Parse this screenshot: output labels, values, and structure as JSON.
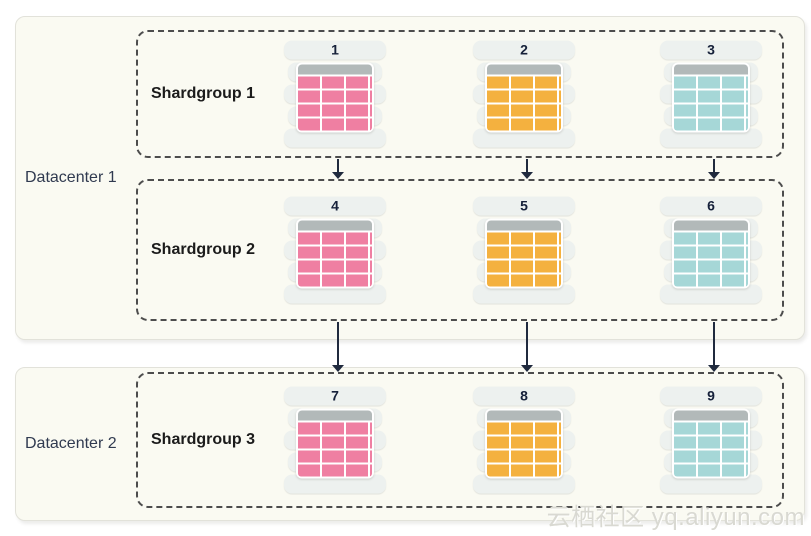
{
  "watermark": "云栖社区 yq.aliyun.com",
  "colors": {
    "shard_pink": "#ef7fa2",
    "shard_orange": "#f4b13f",
    "shard_teal": "#a6d7d7",
    "table_header_gray": "#b2b9b9",
    "arrow_navy": "#202a3e",
    "dashed_border_gray": "#4d4d4d",
    "datacenter_background": "#fafaf2"
  },
  "datacenters": [
    {
      "label": "Datacenter 1",
      "shardgroups": [
        {
          "label": "Shardgroup 1",
          "shards": [
            {
              "id": "1",
              "color": "#ef7fa2"
            },
            {
              "id": "2",
              "color": "#f4b13f"
            },
            {
              "id": "3",
              "color": "#a6d7d7"
            }
          ]
        },
        {
          "label": "Shardgroup 2",
          "shards": [
            {
              "id": "4",
              "color": "#ef7fa2"
            },
            {
              "id": "5",
              "color": "#f4b13f"
            },
            {
              "id": "6",
              "color": "#a6d7d7"
            }
          ]
        }
      ]
    },
    {
      "label": "Datacenter 2",
      "shardgroups": [
        {
          "label": "Shardgroup 3",
          "shards": [
            {
              "id": "7",
              "color": "#ef7fa2"
            },
            {
              "id": "8",
              "color": "#f4b13f"
            },
            {
              "id": "9",
              "color": "#a6d7d7"
            }
          ]
        }
      ]
    }
  ]
}
